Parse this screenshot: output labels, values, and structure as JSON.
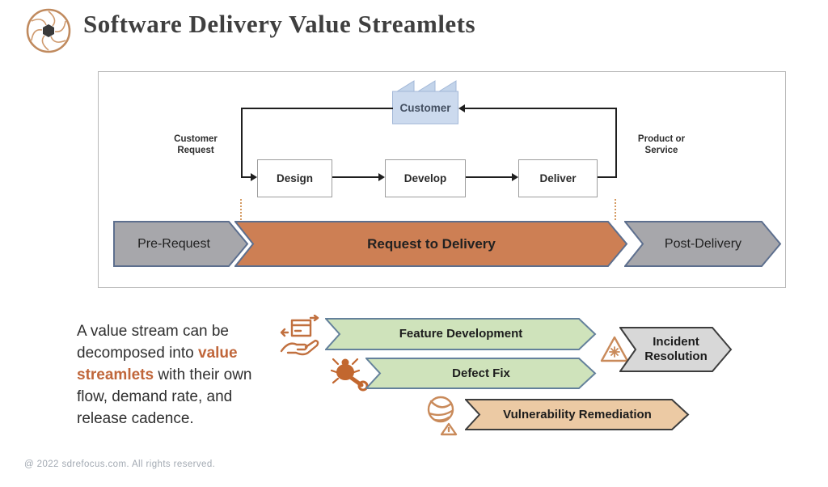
{
  "header": {
    "title": "Software Delivery Value Streamlets",
    "logo_icon": "aperture-icon"
  },
  "diagram": {
    "customer_label": "Customer",
    "left_label": {
      "line1": "Customer",
      "line2": "Request"
    },
    "right_label": {
      "line1": "Product or",
      "line2": "Service"
    },
    "process_boxes": [
      {
        "label": "Design"
      },
      {
        "label": "Develop"
      },
      {
        "label": "Deliver"
      }
    ],
    "stages": [
      {
        "label": "Pre-Request",
        "fill": "#a7a7ab",
        "stroke": "#5d6f8e"
      },
      {
        "label": "Request to Delivery",
        "fill": "#cd7f54",
        "stroke": "#5d6f8e"
      },
      {
        "label": "Post-Delivery",
        "fill": "#a7a7ab",
        "stroke": "#5d6f8e"
      }
    ]
  },
  "caption": {
    "part1": "A value stream can be decomposed into ",
    "highlight": "value streamlets",
    "part2": " with their own flow, demand rate, and release cadence."
  },
  "streamlets": [
    {
      "label": "Feature Development",
      "fill": "#cfe3bb",
      "stroke": "#64819b",
      "icon": "hand-box-icon"
    },
    {
      "label": "Defect Fix",
      "fill": "#cfe3bb",
      "stroke": "#64819b",
      "icon": "bug-wrench-icon"
    },
    {
      "label": "Incident Resolution",
      "fill": "#d8d8d8",
      "stroke": "#3d3d3d",
      "icon": "incident-triangle-icon"
    },
    {
      "label": "Vulnerability Remediation",
      "fill": "#eccaa4",
      "stroke": "#3d3d3d",
      "icon": "vulnerability-icon"
    }
  ],
  "footer": {
    "copyright": "@ 2022 sdrefocus.com. All rights reserved."
  },
  "colors": {
    "accent_orange": "#c0663a",
    "icon_orange": "#c1703f",
    "line_black": "#1f1f1f",
    "customer_fill": "#ccdaee"
  }
}
